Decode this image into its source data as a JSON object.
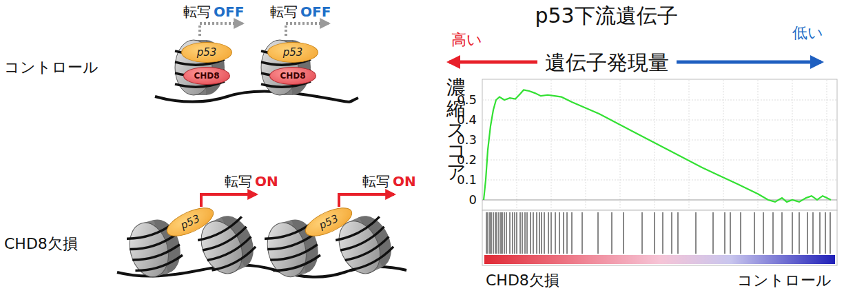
{
  "diagram": {
    "title": "p53下流遺伝子",
    "nodes": [
      {
        "text": [
          "p53"
        ]
      },
      {
        "text": [
          "CHD8"
        ]
      },
      {
        "text": [
          "p53"
        ]
      },
      {
        "text": [
          "CHD8"
        ]
      },
      {
        "text": [
          "p53"
        ]
      },
      {
        "text": [
          "p53"
        ]
      }
    ],
    "labels": [
      "転写",
      "OFF",
      "転写",
      "OFF",
      "コントロール",
      "転写",
      "ON",
      "転写",
      "ON",
      "CHD8欠損",
      "高い",
      "遺伝子発現量",
      "低い",
      "濃縮スコア",
      "0.5",
      "0.4",
      "0.3",
      "0.2",
      "0.1",
      "0",
      "CHD8欠損",
      "コントロール"
    ]
  }
}
